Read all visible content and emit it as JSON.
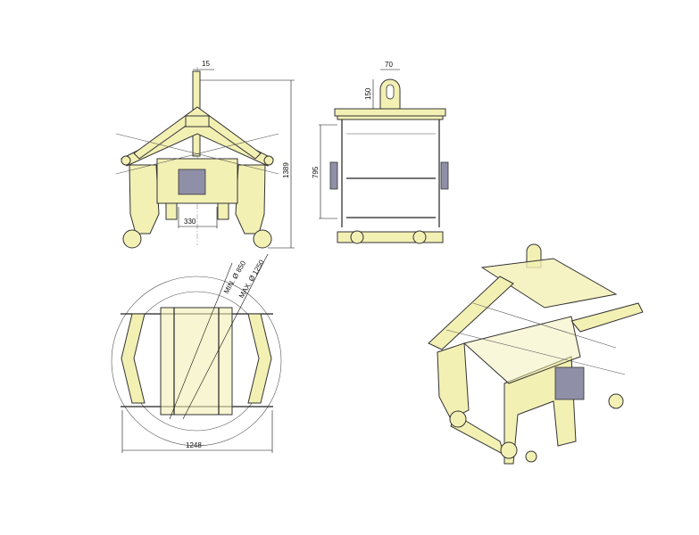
{
  "colors": {
    "body": "#f3f0b4",
    "outline": "#333333",
    "plate": "#8f8fa8"
  },
  "front_view": {
    "dim_offset": "15",
    "dim_height": "1389",
    "dim_jaw": "330"
  },
  "side_view": {
    "dim_eye_width": "70",
    "dim_eye_height": "150",
    "dim_height": "795"
  },
  "top_view": {
    "dim_min_dia": "MIN. Ø 850",
    "dim_max_dia": "MAX. Ø 1250",
    "dim_width": "1248"
  }
}
